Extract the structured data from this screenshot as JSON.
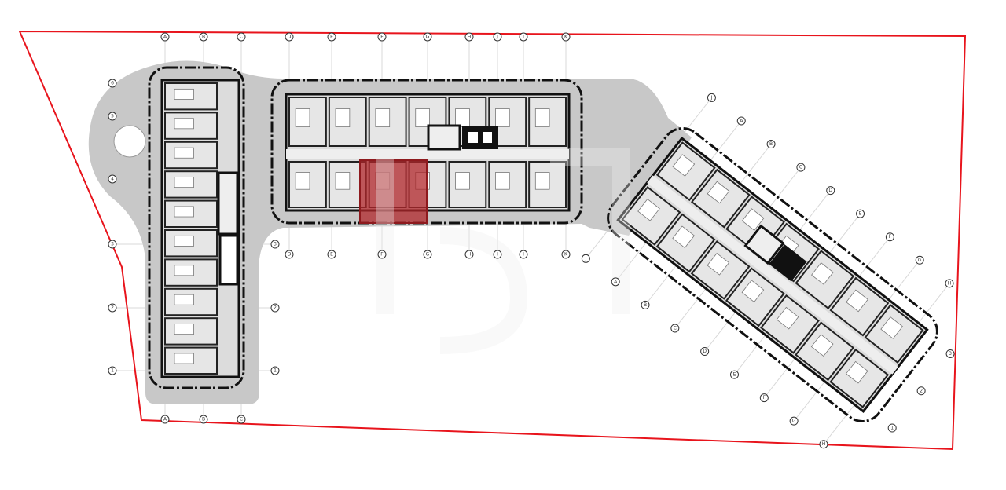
{
  "plan": {
    "colors": {
      "site_boundary": "#e8141c",
      "paved_area": "#c8c8c8",
      "highlight_unit": "#b0262a",
      "walls": "#111111"
    },
    "grid_top": [
      "A",
      "B",
      "C",
      "D",
      "E",
      "F",
      "G",
      "H",
      "J",
      "I",
      "K"
    ],
    "grid_bottom_middle": [
      "D",
      "E",
      "F",
      "G",
      "H",
      "I",
      "I",
      "K"
    ],
    "grid_bottom_left": [
      "A",
      "B",
      "C"
    ],
    "grid_left_rows": [
      "6",
      "5",
      "4",
      "3",
      "2",
      "1"
    ],
    "grid_right_rows": [
      "3",
      "2",
      "1"
    ],
    "grid_angled_upper": [
      "J",
      "A",
      "B",
      "C",
      "D",
      "E",
      "F",
      "G",
      "H"
    ],
    "grid_angled_lower": [
      "J",
      "A",
      "B",
      "C",
      "D",
      "E",
      "F",
      "G",
      "H"
    ],
    "grid_angled_ends": [
      "3",
      "2",
      "1"
    ]
  }
}
